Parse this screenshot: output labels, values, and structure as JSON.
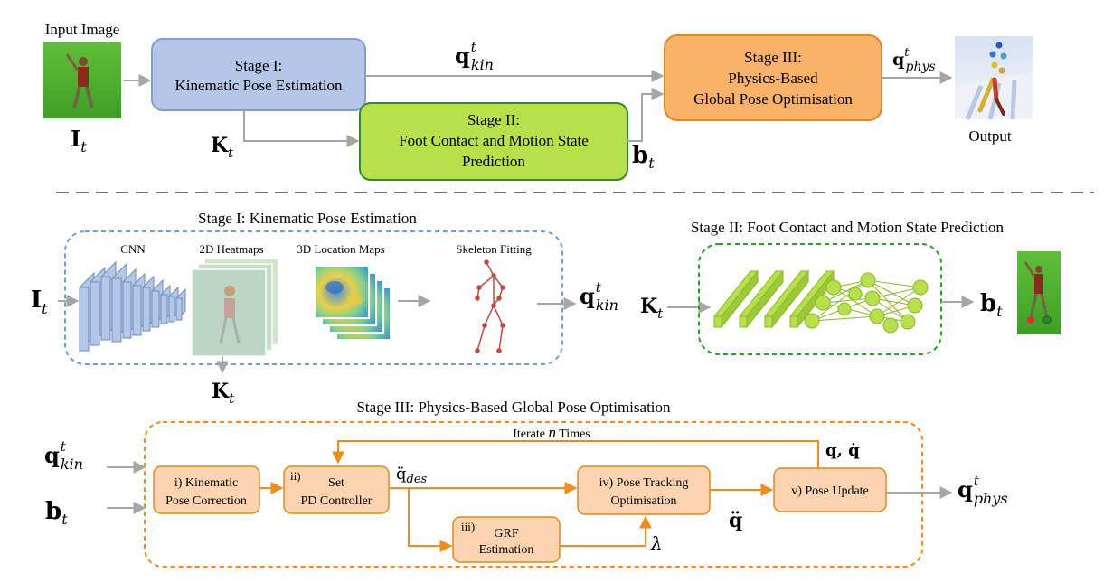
{
  "colors": {
    "stage1": "#b4c7e7",
    "stage1_border": "#7f9fcf",
    "stage2": "#b8e04a",
    "stage2_border": "#2e8b2e",
    "stage3": "#f8b26a",
    "stage3_border": "#e08a1e",
    "box_fill": "#fcd5b0",
    "orange_line": "#f08c1a",
    "grey_line": "#a6a6a6",
    "dash_blue": "#6e9fd0",
    "dash_green": "#2aa02a",
    "dash_orange": "#f08c1a"
  },
  "top": {
    "input_caption": "Input Image",
    "input_symbol": "I",
    "input_sub": "t",
    "stage1_line1": "Stage I:",
    "stage1_line2": "Kinematic Pose Estimation",
    "stage2_line1": "Stage II:",
    "stage2_line2": "Foot Contact and Motion State",
    "stage2_line3": "Prediction",
    "stage3_line1": "Stage III:",
    "stage3_line2": "Physics-Based",
    "stage3_line3": "Global Pose Optimisation",
    "qkin_main": "q",
    "qkin_sup": "t",
    "qkin_sub": "kin",
    "k_main": "K",
    "k_sub": "t",
    "b_main": "b",
    "b_sub": "t",
    "qphys_main": "q",
    "qphys_sup": "t",
    "qphys_sub": "phys",
    "output_caption": "Output"
  },
  "middle": {
    "stage1_title": "Stage I: Kinematic Pose Estimation",
    "cnn_label": "CNN",
    "heatmaps_label": "2D Heatmaps",
    "locmaps_label": "3D Location Maps",
    "skeleton_label": "Skeleton Fitting",
    "i_main": "I",
    "i_sub": "t",
    "qkin_main": "q",
    "qkin_sup": "t",
    "qkin_sub": "kin",
    "k_main": "K",
    "k_sub": "t",
    "k_below_main": "K",
    "k_below_sub": "t",
    "stage2_title": "Stage II: Foot Contact and Motion State Prediction",
    "b_main": "b",
    "b_sub": "t"
  },
  "bottom": {
    "stage3_title": "Stage III: Physics-Based Global Pose Optimisation",
    "iterate_pre": "Iterate ",
    "iterate_n": "n",
    "iterate_post": " Times",
    "box1_line1": "i) Kinematic",
    "box1_line2": "Pose Correction",
    "box2_num": "ii)",
    "box2_line1": "Set",
    "box2_line2": "PD Controller",
    "box3_num": "iii)",
    "box3_line1": "GRF",
    "box3_line2": "Estimation",
    "box4_line1": "iv) Pose Tracking",
    "box4_line2": "Optimisation",
    "box5_label": "v) Pose Update",
    "qkin_main": "q",
    "qkin_sup": "t",
    "qkin_sub": "kin",
    "b_main": "b",
    "b_sub": "t",
    "qdd_des_main": "q̈",
    "qdd_des_sub": "des",
    "qdd": "q̈",
    "lambda": "λ",
    "q_qdot": "q, q̇",
    "qphys_main": "q",
    "qphys_sup": "t",
    "qphys_sub": "phys"
  }
}
